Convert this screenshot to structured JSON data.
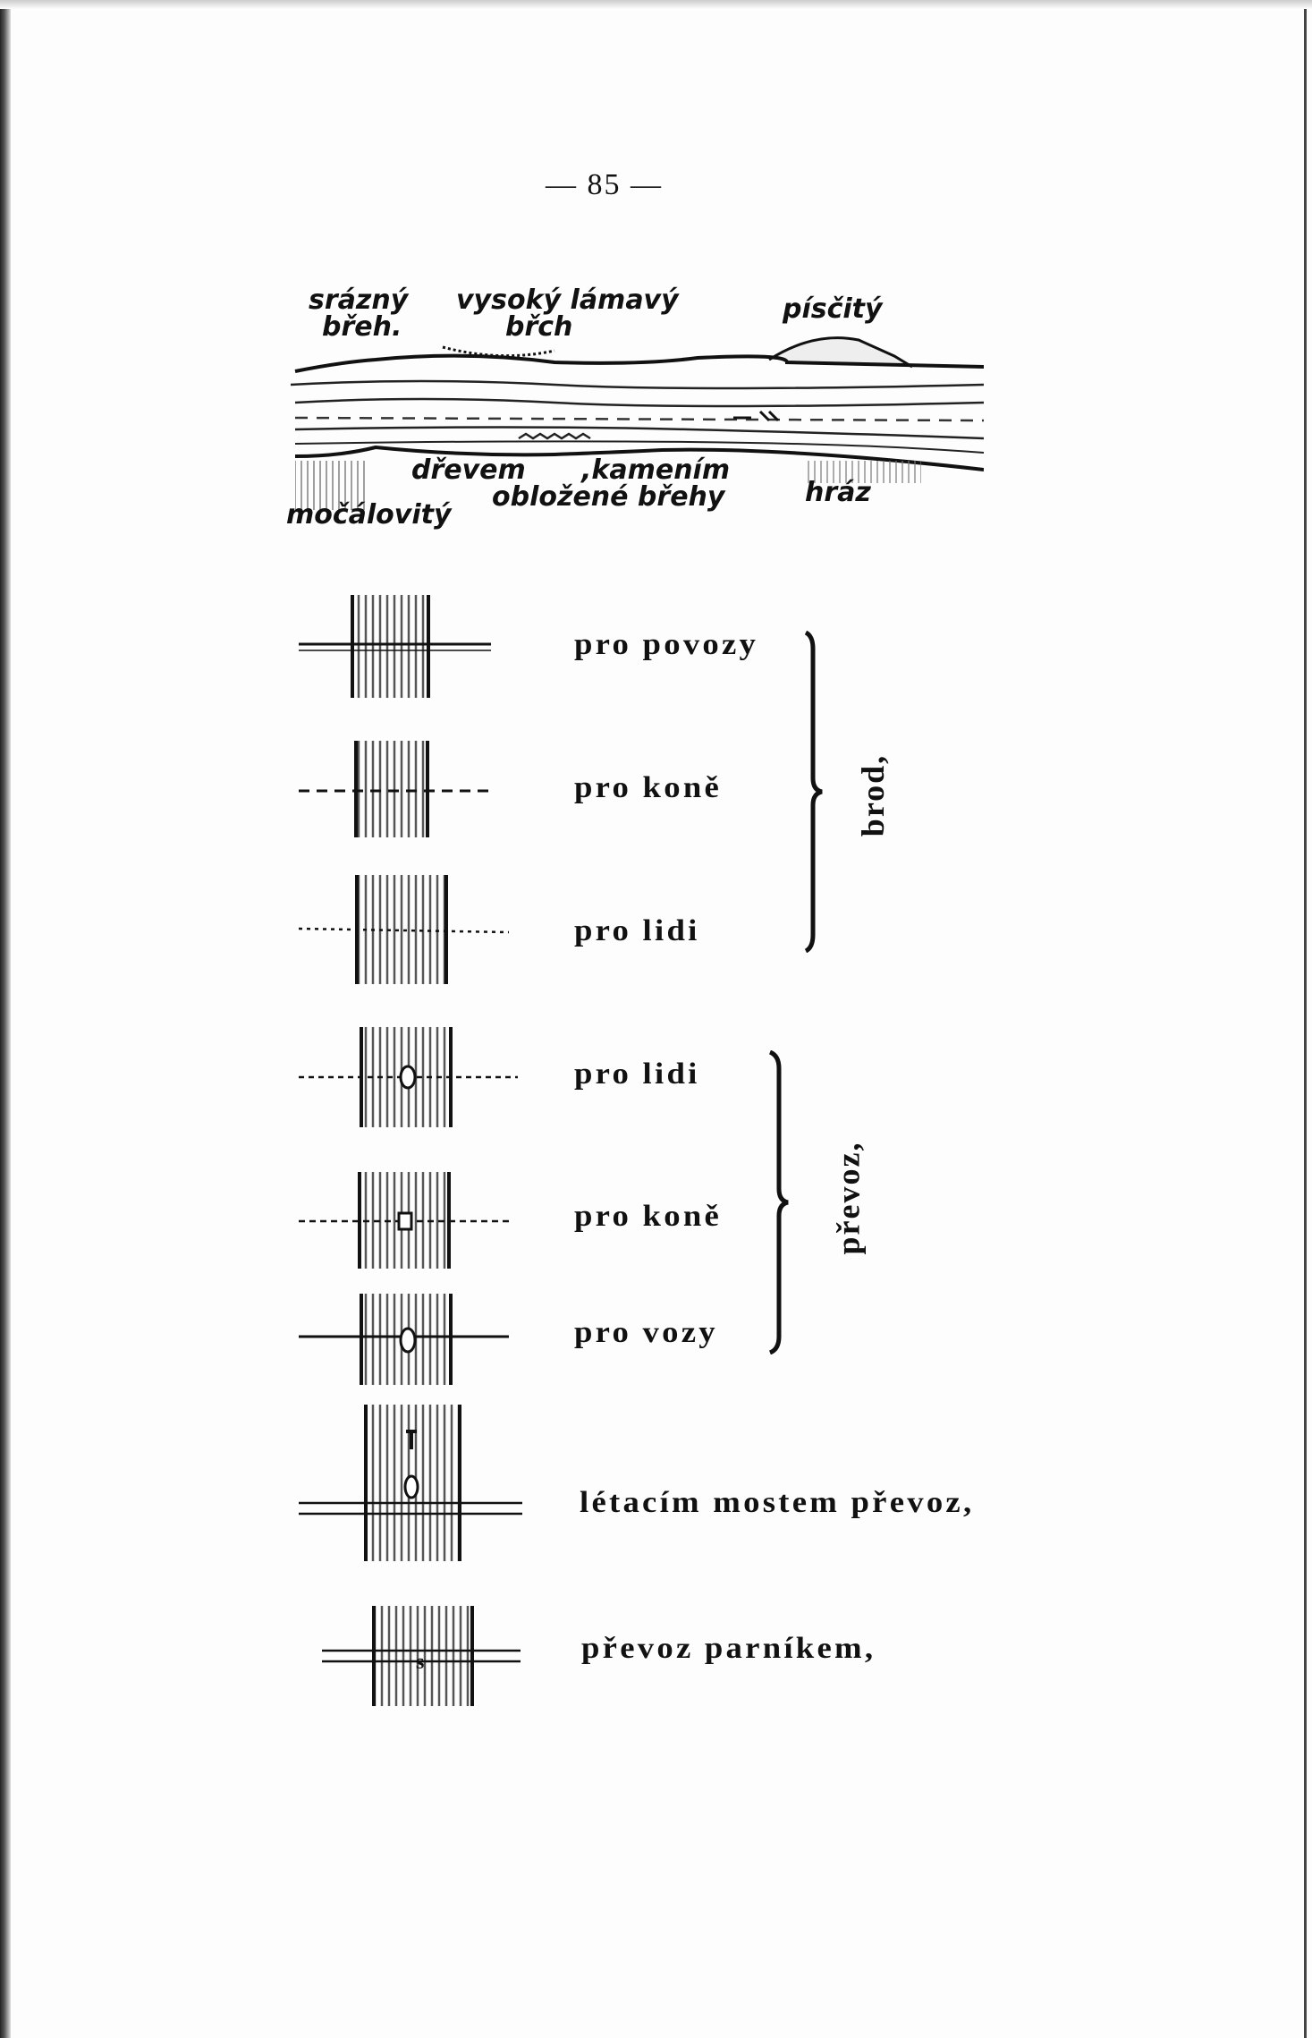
{
  "page_number": "— 85 —",
  "diagram": {
    "labels": {
      "strazny": "srázný",
      "breh1": "břeh.",
      "vysoky": "vysoký lámavý",
      "breh2": "břch",
      "piscity": "písčitý",
      "drevem": "dřevem",
      "kamenim": ",kamením",
      "oblozene": "obložené břehy",
      "mocalovity": "močálovitý",
      "hraz": "hráz"
    }
  },
  "brod_group": {
    "items": [
      "pro povozy",
      "pro koně",
      "pro lidi"
    ],
    "label": "brod,"
  },
  "prevoz_group": {
    "items": [
      "pro lidi",
      "pro koně",
      "pro vozy"
    ],
    "label": "převoz,"
  },
  "other_items": [
    "létacím mostem převoz,",
    "převoz parníkem,"
  ]
}
